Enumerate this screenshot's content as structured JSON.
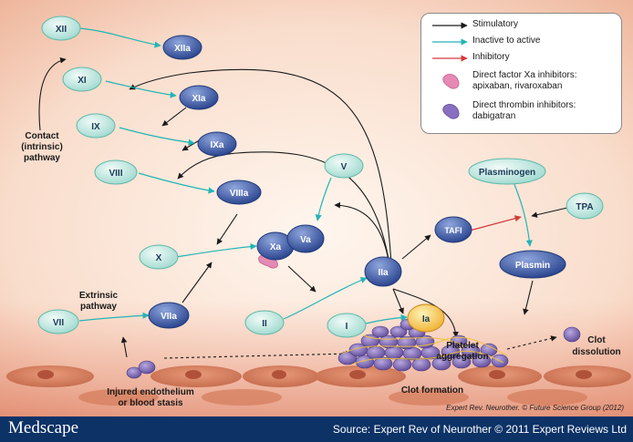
{
  "factors": {
    "xii": "XII",
    "xiia": "XIIa",
    "xi": "XI",
    "xia": "XIa",
    "ix": "IX",
    "ixa": "IXa",
    "viii": "VIII",
    "viiia": "VIIIa",
    "v": "V",
    "x": "X",
    "xa": "Xa",
    "va": "Va",
    "vii": "VII",
    "viia": "VIIa",
    "ii": "II",
    "iia": "IIa",
    "i": "I",
    "ia": "Ia",
    "tafi": "TAFI",
    "plasminogen": "Plasminogen",
    "tpa": "TPA",
    "plasmin": "Plasmin"
  },
  "labels": {
    "contact": [
      "Contact",
      "(intrinsic)",
      "pathway"
    ],
    "extrinsic": [
      "Extrinsic",
      "pathway"
    ],
    "injured": [
      "Injured endothelium",
      "or blood stasis"
    ],
    "platelet": [
      "Platelet",
      "aggregation"
    ],
    "clot_formation": "Clot formation",
    "clot_dissolution": [
      "Clot",
      "dissolution"
    ]
  },
  "legend": {
    "stimulatory": "Stimulatory",
    "inactive_active": "Inactive to active",
    "inhibitory": "Inhibitory",
    "xa_inhibitors": [
      "Direct factor Xa inhibitors:",
      "apixaban, rivaroxaban"
    ],
    "thrombin_inhibitors": [
      "Direct thrombin inhibitors:",
      "dabigatran"
    ]
  },
  "colors": {
    "stimulatory": "#1a1a1a",
    "inactive_active": "#22b5b5",
    "inhibitory": "#d43a3a",
    "xa_inhibitor": "#e58ab3",
    "thrombin_inhibitor": "#8a6fbf",
    "inactive_fill": "#cdeee8",
    "active_fill": "#3c5aa8",
    "footer": "#0c3266"
  },
  "credit": "Expert Rev. Neurother. © Future Science Group (2012)",
  "footer": {
    "brand": "Medscape",
    "source": "Source: Expert Rev of Neurother © 2011 Expert Reviews Ltd"
  }
}
